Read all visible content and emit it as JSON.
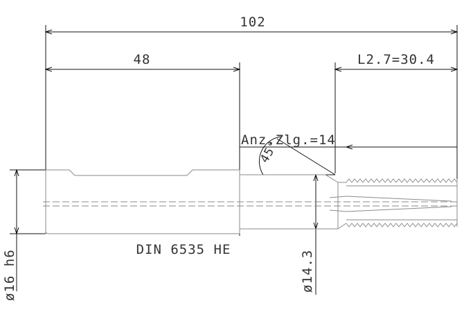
{
  "dimensions": {
    "overall_length": "102",
    "length_48": "48",
    "thread_length": "L2.7=30.4",
    "angle": "45°",
    "angle_note": "Anz.Zlg.=14",
    "shank_diameter": "ø16 h6",
    "neck_diameter": "ø14.3"
  },
  "notes": {
    "standard": "DIN 6535 HE"
  }
}
